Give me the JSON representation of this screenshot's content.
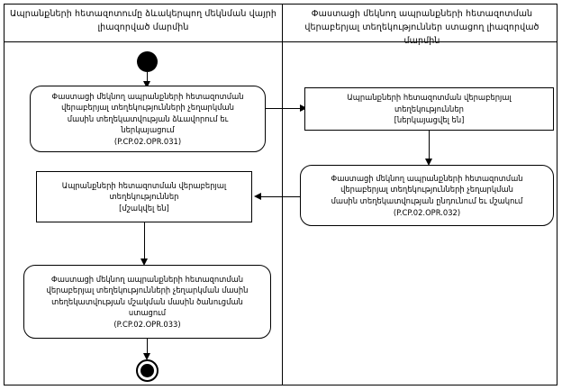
{
  "diagram": {
    "type": "uml-activity-diagram-swimlanes",
    "lanes": [
      {
        "id": "lane-left",
        "title": "Ապրանքների հետազոտումը ձևակերպող  մեկնման վայրի\nլիազորված մարմին"
      },
      {
        "id": "lane-right",
        "title": "Փաստացի մեկնող ապրանքների հետազոտման վերաբերյալ\nտեղեկություններ ստացող լիազորված մարմին"
      }
    ],
    "nodes": [
      {
        "id": "start",
        "kind": "initial-node",
        "lane": "lane-left",
        "label": ""
      },
      {
        "id": "action-031",
        "kind": "action",
        "lane": "lane-left",
        "label": "Փաստացի մեկնող ապրանքների հետազոտման\nվերաբերյալ տեղեկությունների չեղարկման\nմասին տեղեկատվության ձևավորում եւ\nներկայացում\n(P.CP.02.OPR.031)"
      },
      {
        "id": "object-presented",
        "kind": "object",
        "lane": "lane-right",
        "label": "Ապրանքների հետազոտման վերաբերյալ\nտեղեկություններ\n[ներկայացվել են]"
      },
      {
        "id": "action-032",
        "kind": "action",
        "lane": "lane-right",
        "label": "Փաստացի մեկնող ապրանքների հետազոտման\nվերաբերյալ տեղեկությունների չեղարկման\nմասին տեղեկատվության ընդունում եւ մշակում\n(P.CP.02.OPR.032)"
      },
      {
        "id": "object-processed",
        "kind": "object",
        "lane": "lane-left",
        "label": "Ապրանքների հետազոտման վերաբերյալ\nտեղեկություններ\n[մշակվել են]"
      },
      {
        "id": "action-033",
        "kind": "action",
        "lane": "lane-left",
        "label": "Փաստացի մեկնող ապրանքների հետազոտման\nվերաբերյալ տեղեկությունների չեղարկման մասին\nտեղեկատվության մշակման մասին ծանուցման\nստացում\n(P.CP.02.OPR.033)"
      },
      {
        "id": "end",
        "kind": "final-node",
        "lane": "lane-left",
        "label": ""
      }
    ],
    "edges": [
      {
        "from": "start",
        "to": "action-031",
        "direction": "down"
      },
      {
        "from": "action-031",
        "to": "object-presented",
        "direction": "right"
      },
      {
        "from": "object-presented",
        "to": "action-032",
        "direction": "down"
      },
      {
        "from": "action-032",
        "to": "object-processed",
        "direction": "left"
      },
      {
        "from": "object-processed",
        "to": "action-033",
        "direction": "down"
      },
      {
        "from": "action-033",
        "to": "end",
        "direction": "down"
      }
    ],
    "colors": {
      "line": "#000000",
      "background": "#ffffff",
      "text": "#000000"
    }
  }
}
